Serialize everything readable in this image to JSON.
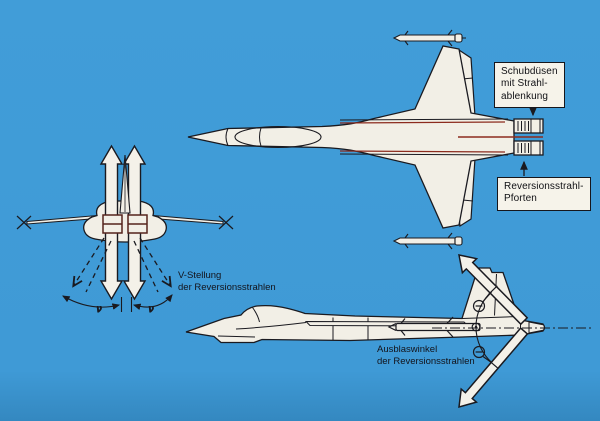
{
  "figure": {
    "background_color": "#3f9ad6",
    "ink_color": "#1a1a20",
    "aircraft_fill": "#f2efe6",
    "accent_red": "#8c2b1e",
    "callouts": {
      "schubduesen": {
        "lines": [
          "Schubdüsen",
          "mit Strahl-",
          "ablenkung"
        ]
      },
      "reversionsstrahl": {
        "lines": [
          "Reversionsstrahl-",
          "Pforten"
        ]
      }
    },
    "annotations": {
      "v_stellung": {
        "lines": [
          "V-Stellung",
          "der Reversionsstrahlen"
        ]
      },
      "ausblaswinkel": {
        "lines": [
          "Ausblaswinkel",
          "der Reversionsstrahlen"
        ]
      }
    },
    "symbols": {
      "nu": "ν",
      "theta": "⊖"
    }
  }
}
